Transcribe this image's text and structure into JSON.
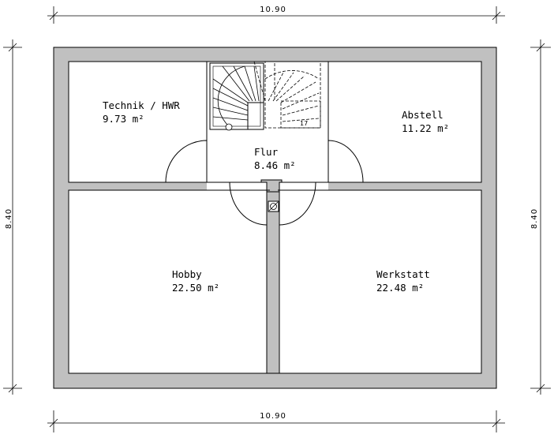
{
  "plan": {
    "dimensions": {
      "top": "10.90",
      "bottom": "10.90",
      "left": "8.40",
      "right": "8.40"
    },
    "rooms": [
      {
        "name": "Technik / HWR",
        "area": "9.73 m²"
      },
      {
        "name": "Abstell",
        "area": "11.22 m²"
      },
      {
        "name": "Flur",
        "area": "8.46 m²"
      },
      {
        "name": "Hobby",
        "area": "22.50 m²"
      },
      {
        "name": "Werkstatt",
        "area": "22.48 m²"
      }
    ]
  },
  "colors": {
    "wall": "#c0c0c0",
    "floor": "#ffffff",
    "line": "#000000"
  }
}
